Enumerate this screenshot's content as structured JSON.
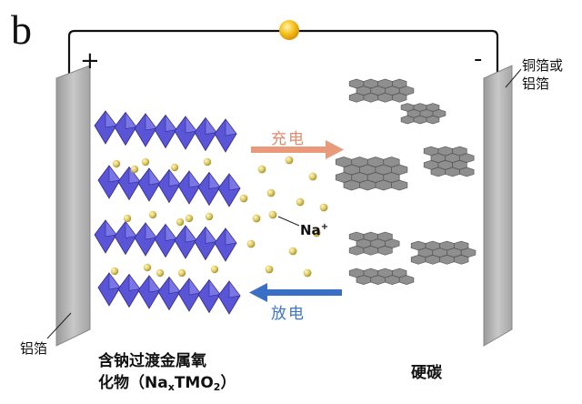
{
  "panel_label": "b",
  "terminals": {
    "positive": "+",
    "negative": "-"
  },
  "labels": {
    "right_collector": [
      "铜箔或",
      "铝箔"
    ],
    "left_collector": "铝箔",
    "cathode_line1": "含钠过渡金属氧",
    "cathode_line2_pre": "化物（Na",
    "cathode_sub_x": "x",
    "cathode_line2_mid": "TMO",
    "cathode_sub_2": "2",
    "cathode_line2_post": "）",
    "anode": "硬碳",
    "ion": "Na",
    "ion_charge": "+"
  },
  "arrows": {
    "charge": "充电",
    "discharge": "放电"
  },
  "colors": {
    "octahedra": "#5a55d6",
    "octahedra_dark": "#2e2a8c",
    "ions": "#d6c45a",
    "hard_carbon": "#8f8f8f",
    "charge_arrow": "#e89a7a",
    "discharge_arrow": "#3a6fc8",
    "bulb": "#f3b51a",
    "collector": "#b8b8b8"
  }
}
